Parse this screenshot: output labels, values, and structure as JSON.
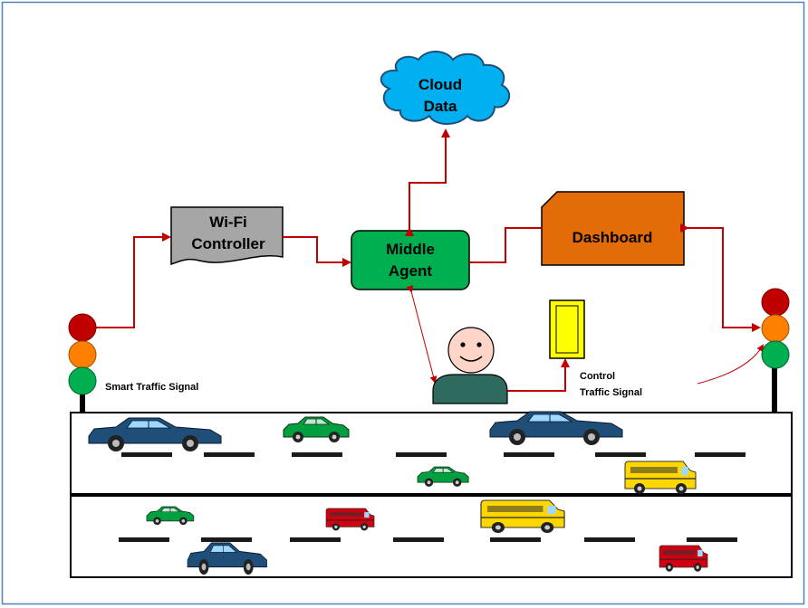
{
  "nodes": {
    "cloud": {
      "line1": "Cloud",
      "line2": "Data"
    },
    "wifi": {
      "line1": "Wi-Fi",
      "line2": "Controller"
    },
    "middle_agent": {
      "line1": "Middle",
      "line2": "Agent"
    },
    "dashboard": {
      "label": "Dashboard"
    }
  },
  "labels": {
    "smart_signal": "Smart Traffic Signal",
    "control_line1": "Control",
    "control_line2": "Traffic Signal"
  },
  "colors": {
    "arrow": "#c00000",
    "cloud": "#00b0f0",
    "wifi": "#a6a6a6",
    "middle_agent": "#00b050",
    "dashboard": "#e36c09",
    "signal_red": "#c00000",
    "signal_amber": "#ff7f00",
    "signal_green": "#00b050",
    "control_panel": "#ffff00",
    "car_blue": "#1f4e79",
    "car_green": "#00a040",
    "bus_yellow": "#ffd700",
    "bus_red": "#d00010",
    "person_body": "#2e6b5e",
    "person_face": "#ffd5c8",
    "frame_border": "#4f81bd"
  }
}
